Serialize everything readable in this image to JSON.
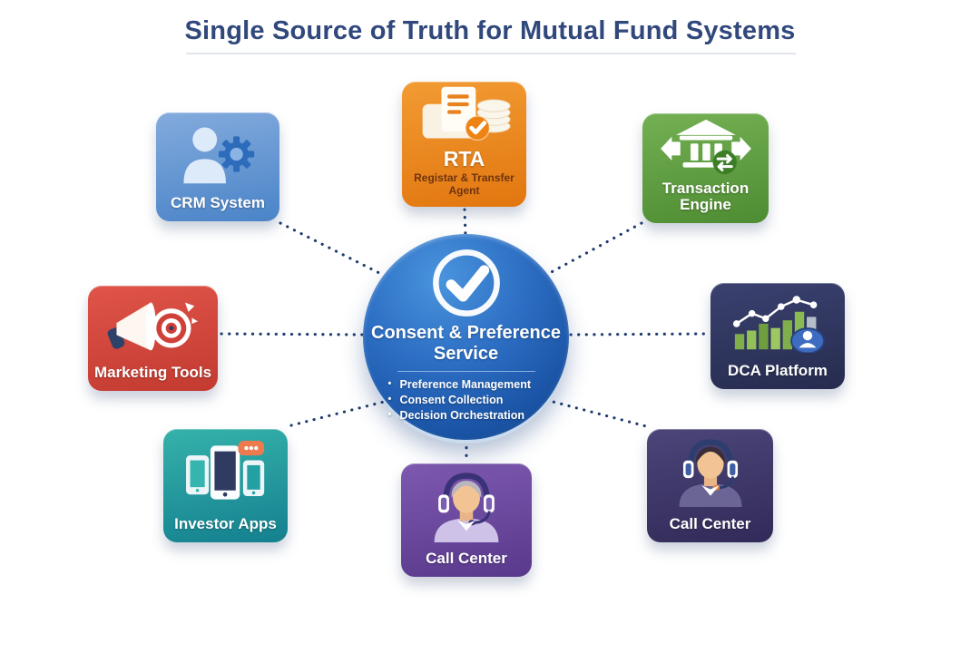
{
  "title": "Single Source of Truth for Mutual Fund Systems",
  "center": {
    "title_line1": "Consent & Preference",
    "title_line2": "Service",
    "icon": "checkmark-icon",
    "bullets": [
      "Preference Management",
      "Consent Collection",
      "Decision Orchestration"
    ],
    "color_top": "#2d6fc4",
    "color_bottom": "#134488"
  },
  "nodes": [
    {
      "id": "crm",
      "label": "CRM System",
      "icon": "user-gear-icon",
      "color_top": "#83abdd",
      "color_bottom": "#4a84c8"
    },
    {
      "id": "rta",
      "label": "RTA",
      "sublabel": "Registar & Transfer Agent",
      "icon": "documents-coins-check-icon",
      "color_top": "#f29b33",
      "color_bottom": "#e2760f"
    },
    {
      "id": "transaction",
      "label": "Transaction Engine",
      "icon": "bank-transfer-icon",
      "color_top": "#74b053",
      "color_bottom": "#4e8c33"
    },
    {
      "id": "marketing",
      "label": "Marketing Tools",
      "icon": "megaphone-target-icon",
      "color_top": "#e05449",
      "color_bottom": "#c23a30"
    },
    {
      "id": "dca",
      "label": "DCA Platform",
      "icon": "growth-chart-icon",
      "color_top": "#3a416f",
      "color_bottom": "#262c4f"
    },
    {
      "id": "investor",
      "label": "Investor Apps",
      "icon": "mobile-devices-icon",
      "color_top": "#35b2aa",
      "color_bottom": "#14808f"
    },
    {
      "id": "call-center-bottom",
      "label": "Call Center",
      "icon": "support-agent-icon",
      "color_top": "#7d59af",
      "color_bottom": "#59398c"
    },
    {
      "id": "call-center-right",
      "label": "Call Center",
      "icon": "support-agent-icon",
      "color_top": "#4b4579",
      "color_bottom": "#322b59"
    }
  ],
  "connector_color": "#1e3a6e",
  "title_color": "#31487c"
}
